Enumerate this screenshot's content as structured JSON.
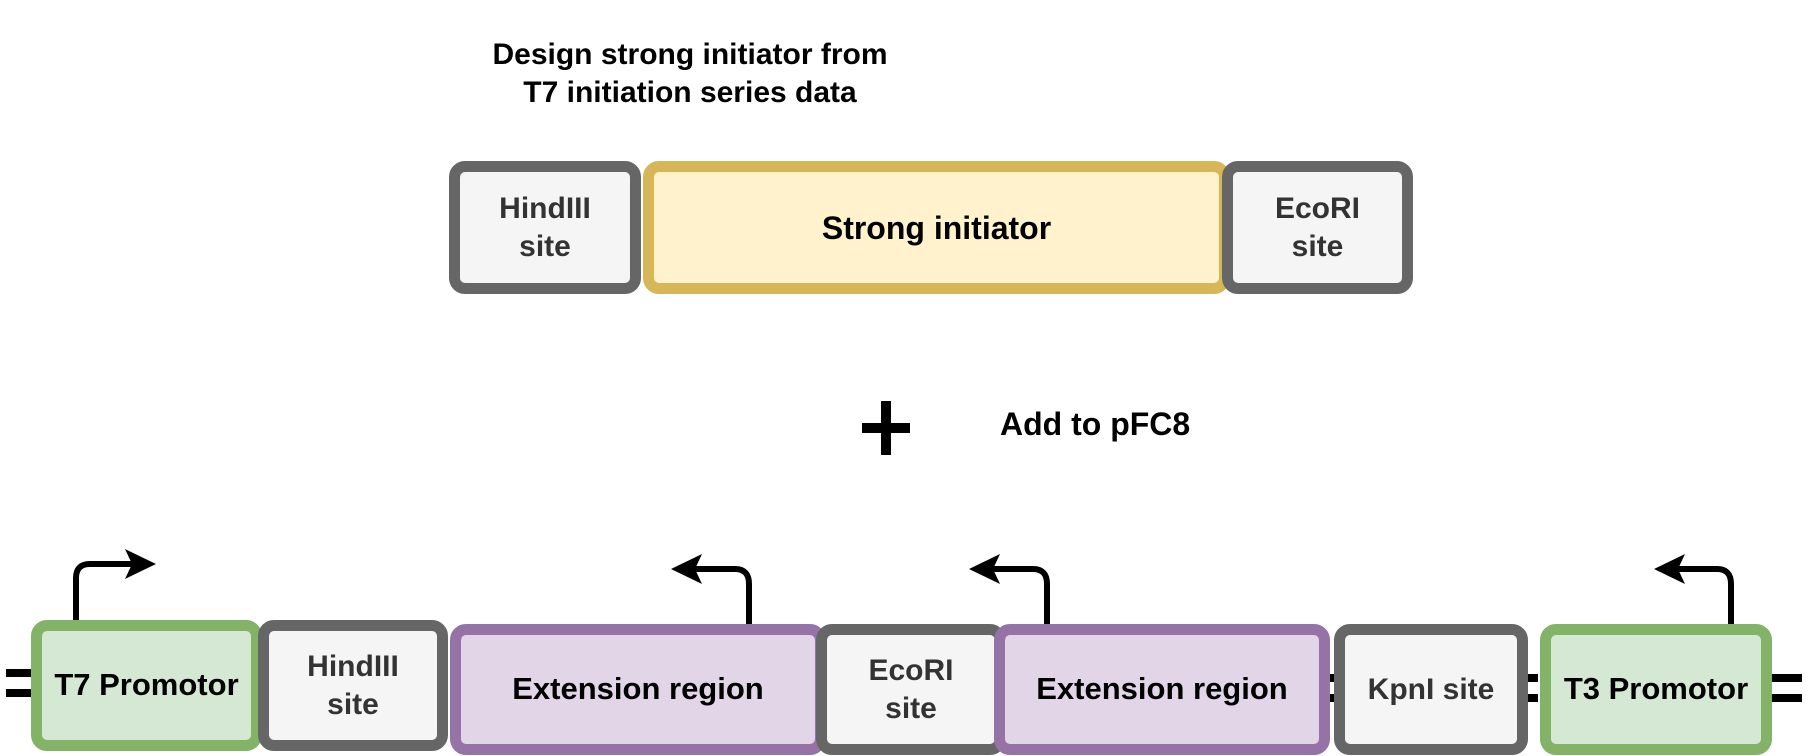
{
  "title": "Design strong initiator from\nT7 initiation series data",
  "insert": {
    "hindiii": "HindIII\nsite",
    "initiator": "Strong initiator",
    "ecori": "EcoRI\nsite"
  },
  "operation": {
    "plus_symbol": "+",
    "caption": "Add to pFC8"
  },
  "plasmid": {
    "t7_promoter": "T7 Promotor",
    "hindiii": "HindIII\nsite",
    "extension_1": "Extension region",
    "ecori": "EcoRI\nsite",
    "extension_2": "Extension region",
    "kpni": "KpnI site",
    "t3_promoter": "T3 Promotor"
  },
  "colors": {
    "site_fill": "#f5f5f5",
    "site_stroke": "#666666",
    "initiator_fill": "#fff2cc",
    "initiator_stroke": "#d6b656",
    "promoter_fill": "#d5e8d4",
    "promoter_stroke": "#82b366",
    "extension_fill": "#e1d5e7",
    "extension_stroke": "#9673a6"
  },
  "icons": [
    "plus-icon",
    "transcription-arrow-icon",
    "dna-backbone-icon"
  ]
}
